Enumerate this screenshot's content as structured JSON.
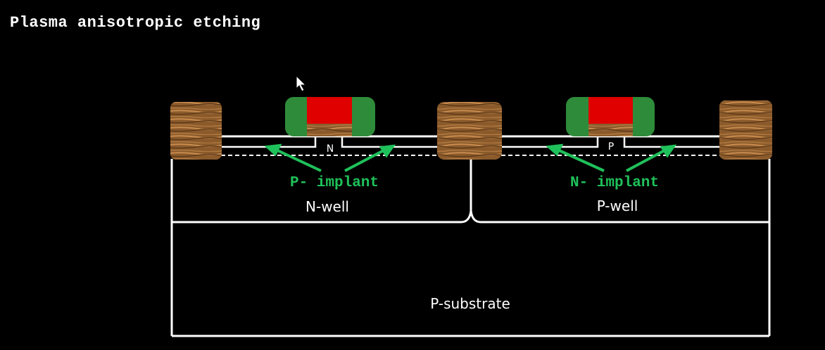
{
  "title": "Plasma anisotropic etching",
  "colors": {
    "background": "#000000",
    "lines": "#ffffff",
    "implant_text": "#1fc15a",
    "spacer": "#2e8b3a",
    "gate": "#e00000",
    "oxide_wood": "#8b5a2b"
  },
  "diagram": {
    "left_region": {
      "well_label": "N-well",
      "implant_label": "P- implant",
      "gate_channel_label": "N"
    },
    "right_region": {
      "well_label": "P-well",
      "implant_label": "N- implant",
      "gate_channel_label": "P"
    },
    "substrate_label": "P-substrate"
  },
  "cursor": "mouse-pointer-icon"
}
